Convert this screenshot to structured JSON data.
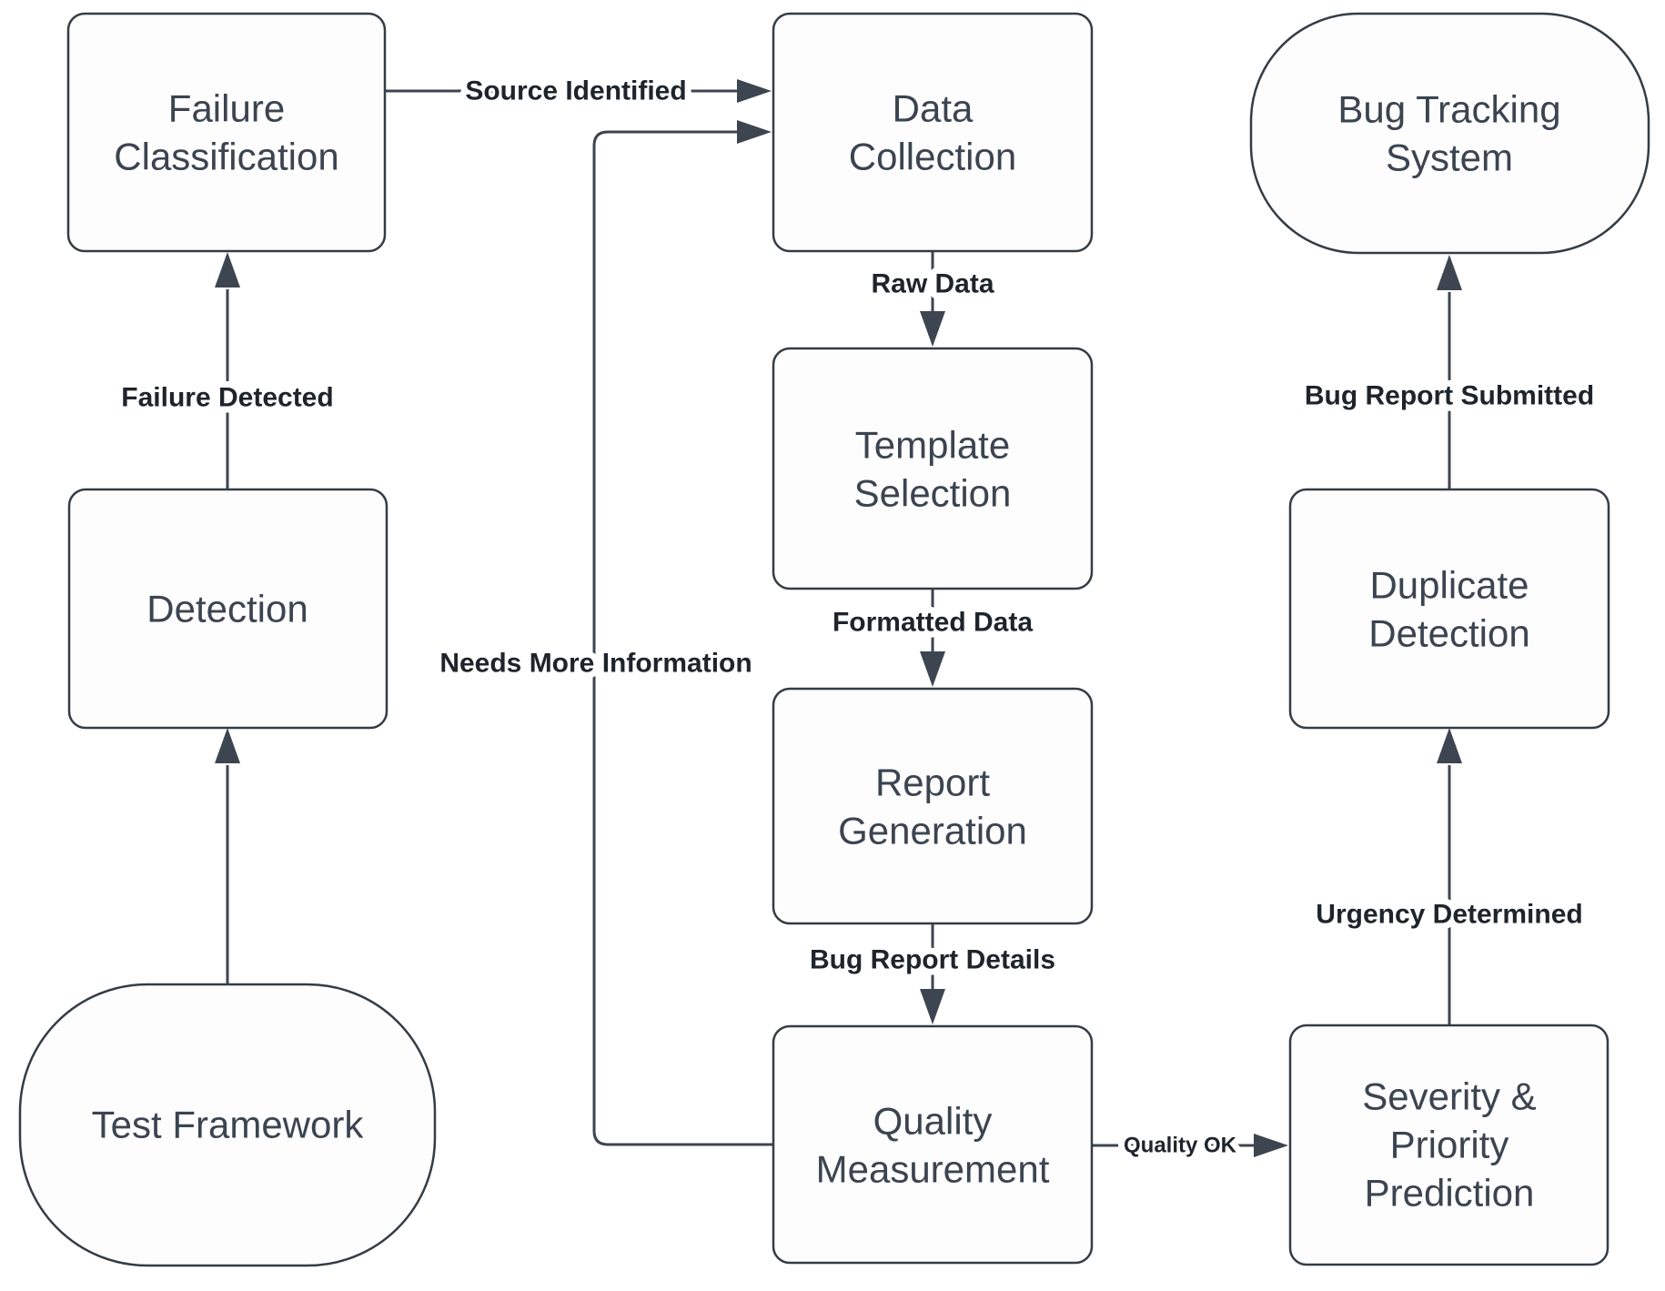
{
  "diagram": {
    "type": "flowchart",
    "colors": {
      "background": "#ffffff",
      "node_fill": "#fdfdfd",
      "node_border": "#343c44",
      "node_text": "#3b4450",
      "edge_line": "#3d4550",
      "edge_label_text": "#1e242b"
    },
    "nodes": {
      "test_framework": {
        "label": "Test Framework",
        "shape": "stadium",
        "line1": "Test Framework"
      },
      "detection": {
        "label": "Detection",
        "shape": "rect",
        "line1": "Detection"
      },
      "failure_classification": {
        "label": "Failure Classification",
        "shape": "rect",
        "line1": "Failure",
        "line2": "Classification"
      },
      "data_collection": {
        "label": "Data Collection",
        "shape": "rect",
        "line1": "Data",
        "line2": "Collection"
      },
      "template_selection": {
        "label": "Template Selection",
        "shape": "rect",
        "line1": "Template",
        "line2": "Selection"
      },
      "report_generation": {
        "label": "Report Generation",
        "shape": "rect",
        "line1": "Report",
        "line2": "Generation"
      },
      "quality_measurement": {
        "label": "Quality Measurement",
        "shape": "rect",
        "line1": "Quality",
        "line2": "Measurement"
      },
      "severity_priority_prediction": {
        "label": "Severity & Priority Prediction",
        "shape": "rect",
        "line1": "Severity &",
        "line2": "Priority",
        "line3": "Prediction"
      },
      "duplicate_detection": {
        "label": "Duplicate Detection",
        "shape": "rect",
        "line1": "Duplicate",
        "line2": "Detection"
      },
      "bug_tracking_system": {
        "label": "Bug Tracking System",
        "shape": "stadium",
        "line1": "Bug Tracking",
        "line2": "System"
      }
    },
    "edges": {
      "test_framework_to_detection": {
        "from": "Test Framework",
        "to": "Detection",
        "label": ""
      },
      "failure_detected": {
        "from": "Detection",
        "to": "Failure Classification",
        "label": "Failure Detected"
      },
      "source_identified": {
        "from": "Failure Classification",
        "to": "Data Collection",
        "label": "Source Identified"
      },
      "raw_data": {
        "from": "Data Collection",
        "to": "Template Selection",
        "label": "Raw Data"
      },
      "formatted_data": {
        "from": "Template Selection",
        "to": "Report Generation",
        "label": "Formatted Data"
      },
      "bug_report_details": {
        "from": "Report Generation",
        "to": "Quality Measurement",
        "label": "Bug Report Details"
      },
      "needs_more_information": {
        "from": "Quality Measurement",
        "to": "Data Collection",
        "label": "Needs More Information"
      },
      "quality_ok": {
        "from": "Quality Measurement",
        "to": "Severity & Priority Prediction",
        "label": "Quality OK"
      },
      "urgency_determined": {
        "from": "Severity & Priority Prediction",
        "to": "Duplicate Detection",
        "label": "Urgency Determined"
      },
      "bug_report_submitted": {
        "from": "Duplicate Detection",
        "to": "Bug Tracking System",
        "label": "Bug Report Submitted"
      }
    }
  }
}
